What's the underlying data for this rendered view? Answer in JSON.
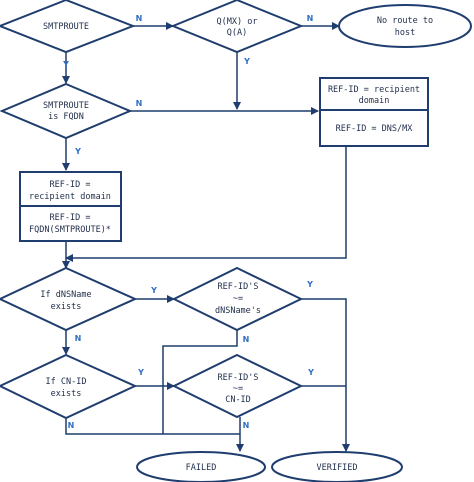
{
  "nodes": {
    "smtproute": [
      "SMTPROUTE"
    ],
    "qmx": [
      "Q(MX) or",
      "Q(A)"
    ],
    "noroute": [
      "No route to",
      "host"
    ],
    "fqdn": [
      "SMTPROUTE",
      "is FQDN"
    ],
    "refid_rd_right": [
      "REF-ID = recipient",
      "domain"
    ],
    "refid_dnsmx": [
      "REF-ID = DNS/MX"
    ],
    "refid_rd_left": [
      "REF-ID =",
      "recipient domain"
    ],
    "refid_fqdn": [
      "REF-ID =",
      "FQDN(SMTPROUTE)*"
    ],
    "dnsname_exists": [
      "If dNSName",
      "exists"
    ],
    "refid_dnsname": [
      "REF-ID'S",
      "~=",
      "dNSName's"
    ],
    "cnid_exists": [
      "If CN-ID",
      "exists"
    ],
    "refid_cnid": [
      "REF-ID'S",
      "~=",
      "CN-ID"
    ],
    "failed": [
      "FAILED"
    ],
    "verified": [
      "VERIFIED"
    ]
  },
  "edge_labels": {
    "smtproute_no": "N",
    "qmx_no": "N",
    "smtproute_yes": "Y",
    "qmx_yes": "Y",
    "fqdn_no": "N",
    "fqdn_yes": "Y",
    "dnsname_yes": "Y",
    "dnsname_no": "N",
    "refid_dnsname_yes": "Y",
    "refid_dnsname_no": "N",
    "cnid_yes": "Y",
    "cnid_no": "N",
    "refid_cnid_yes": "Y",
    "refid_cnid_no": "N"
  },
  "colors": {
    "stroke": "#1f3d6e",
    "label": "#2f6fc4",
    "text": "#1f2d4a"
  }
}
